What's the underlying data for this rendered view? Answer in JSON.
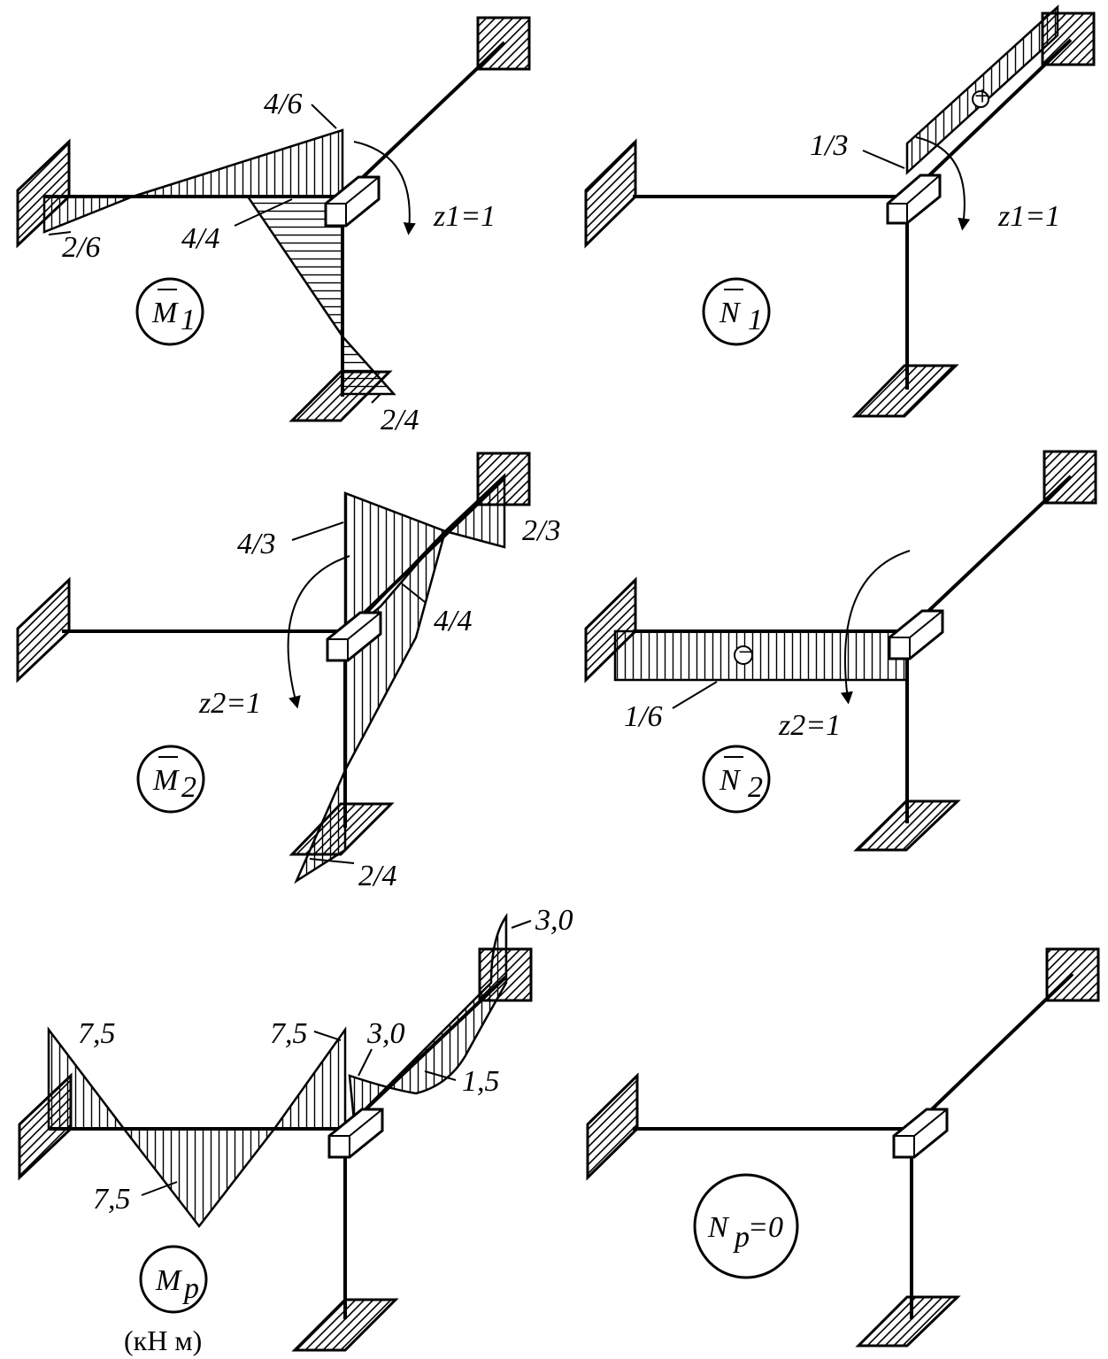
{
  "panels": [
    {
      "id": "M1",
      "badge": {
        "letter": "M",
        "sub": "1",
        "bar": true
      },
      "labels": [
        "4/6",
        "2/6",
        "4/4",
        "2/4"
      ],
      "moment": "z1=1"
    },
    {
      "id": "N1",
      "badge": {
        "letter": "N",
        "sub": "1",
        "bar": true
      },
      "labels": [
        "1/3"
      ],
      "sign": "+",
      "moment": "z1=1"
    },
    {
      "id": "M2",
      "badge": {
        "letter": "M",
        "sub": "2",
        "bar": true
      },
      "labels": [
        "4/3",
        "2/3",
        "4/4",
        "2/4"
      ],
      "moment": "z2=1"
    },
    {
      "id": "N2",
      "badge": {
        "letter": "N",
        "sub": "2",
        "bar": true
      },
      "labels": [
        "1/6"
      ],
      "sign": "−",
      "moment": "z2=1"
    },
    {
      "id": "Mp",
      "badge": {
        "letter": "M",
        "sub": "p",
        "bar": false
      },
      "labels": [
        "7,5",
        "7,5",
        "7,5",
        "3,0",
        "3,0",
        "1,5"
      ],
      "units": "(кН м)"
    },
    {
      "id": "Np",
      "badge": {
        "text": "N",
        "sub": "p",
        "rest": "=0"
      }
    }
  ]
}
